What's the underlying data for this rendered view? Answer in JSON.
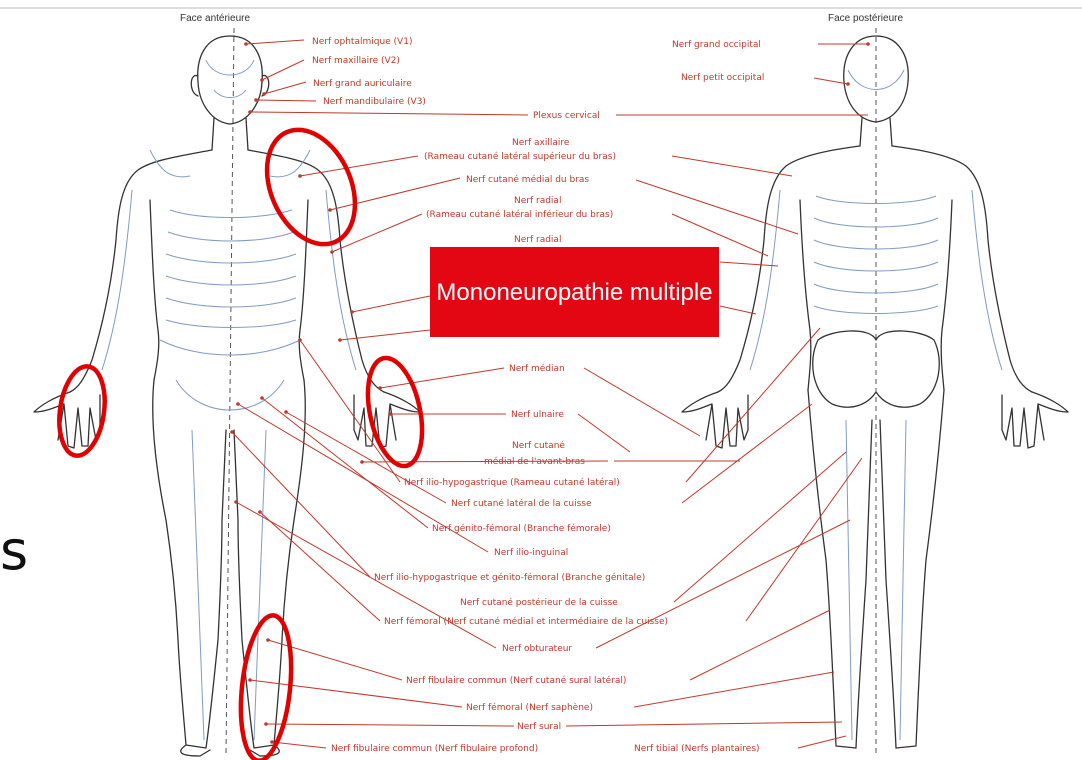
{
  "faces": {
    "anterior": "Face antérieure",
    "posterior": "Face postérieure"
  },
  "callout": "Mononeuropathie multiple",
  "edge_text": "s",
  "labels_anterior": [
    "Nerf ophtalmique (V1)",
    "Nerf maxillaire (V2)",
    "Nerf grand auriculaire",
    "Nerf mandibulaire (V3)"
  ],
  "labels_center": [
    "Plexus cervical",
    "Nerf axillaire",
    "(Rameau cutané latéral supérieur du bras)",
    "Nerf cutané médial du bras",
    "Nerf radial",
    "(Rameau cutané latéral inférieur du bras)",
    "Nerf radial",
    "Nerf médian",
    "Nerf ulnaire",
    "Nerf cutané",
    "médial de l'avant-bras",
    "Nerf ilio-hypogastrique (Rameau cutané latéral)",
    "Nerf cutané latéral de la cuisse",
    "Nerf génito-fémoral (Branche fémorale)",
    "Nerf ilio-inguinal",
    "Nerf ilio-hypogastrique et génito-fémoral (Branche génitale)",
    "Nerf cutané postérieur de la cuisse",
    "Nerf fémoral (Nerf cutané médial et intermédiaire de la cuisse)",
    "Nerf obturateur",
    "Nerf fibulaire commun (Nerf cutané sural latéral)",
    "Nerf fémoral (Nerf saphène)",
    "Nerf sural",
    "Nerf fibulaire commun (Nerf fibulaire profond)",
    "Nerf tibial (Nerfs plantaires)"
  ],
  "labels_posterior": [
    "Nerf grand occipital",
    "Nerf petit occipital"
  ],
  "colors": {
    "label": "#c0392b",
    "highlight": "#e00000",
    "callout_bg": "#e30613",
    "dermatome": "#7f9cc4"
  }
}
